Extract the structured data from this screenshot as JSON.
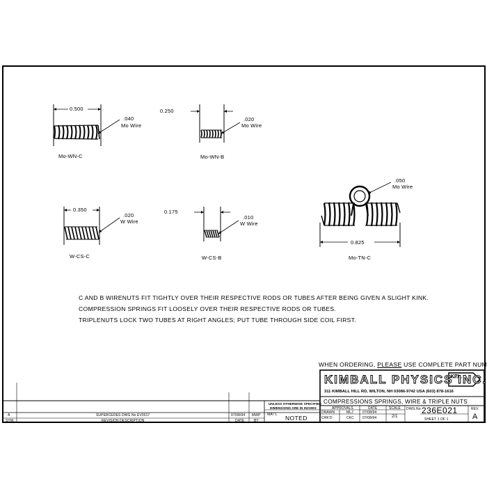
{
  "parts": [
    {
      "id": "Mo-WN-C",
      "dim": "0.500",
      "wire_size": ".040",
      "wire_type": "Mo Wire"
    },
    {
      "id": "Mo-WN-B",
      "dim": "0.250",
      "wire_size": ".020",
      "wire_type": "Mo Wire"
    },
    {
      "id": "W-CS-C",
      "dim": "0.350",
      "wire_size": ".020",
      "wire_type": "W Wire"
    },
    {
      "id": "W-CS-B",
      "dim": "0.175",
      "wire_size": ".010",
      "wire_type": "W Wire"
    },
    {
      "id": "Mo-TN-C",
      "dim": "0.825",
      "wire_size": ".050",
      "wire_type": "Mo Wire"
    }
  ],
  "notes": [
    "C AND B WIRENUTS FIT TIGHTLY OVER THEIR RESPECTIVE RODS OR TUBES AFTER BEING GIVEN A SLIGHT KINK.",
    "COMPRESSION SPRINGS FIT LOOSELY OVER THEIR RESPECTIVE RODS OR TUBES.",
    "TRIPLENUTS LOCK TWO TUBES AT RIGHT ANGLES; PUT TUBE THROUGH SIDE COIL FIRST."
  ],
  "ordering": {
    "prefix": "WHEN ORDERING, ",
    "please": "PLEASE",
    "suffix": " USE COMPLETE PART NUMBER"
  },
  "company": {
    "name": "KIMBALL PHYSICS INC.",
    "logo": "KPI",
    "address": "311 KIMBALL HILL RD, WILTON, NH 03086-9742 USA   (603) 878-1616"
  },
  "title_block": {
    "title": "COMPRESSIONS SPRINGS, WIRE & TRIPLE NUTS",
    "approvals": "APPROVALS",
    "date_hdr": "DATE",
    "scale_hdr": "SCALE",
    "dwg_hdr": "DWG.No.",
    "rev_hdr": "REV.",
    "drawn_lbl": "DRAWN",
    "drawn_by": "MLJ",
    "drawn_date": "07/08/94",
    "chkd_lbl": "CHK'D",
    "chkd_by": "CKC",
    "chkd_date": "07/08/94",
    "scale": "2/1",
    "dwg_no": "236E021",
    "rev": "A",
    "sheet": "SHEET  1   OF  1",
    "tolerance_1": "UNLESS OTHERWISE SPECIFIED",
    "tolerance_2": "DIMENSIONS ARE IN INCHES",
    "matl_lbl": "MAT'L",
    "matl": "NOTED"
  },
  "revision": {
    "rev": "A",
    "desc": "SUPERCEDES DWG No EV0017",
    "date": "07/08/94",
    "by": "MWP",
    "sym_hdr": "SYM.",
    "desc_hdr": "REVISION DESCRIPTION",
    "date_hdr": "DATE",
    "by_hdr": "BY"
  }
}
